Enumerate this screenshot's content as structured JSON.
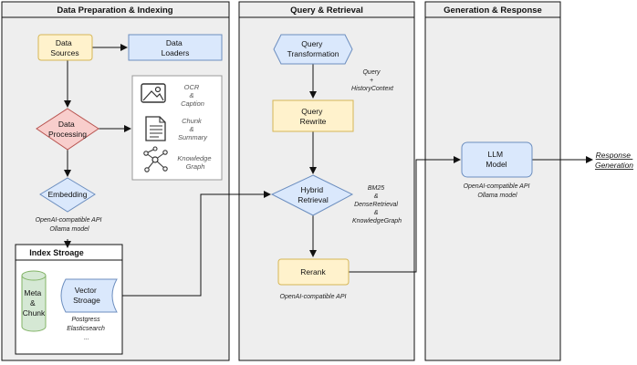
{
  "columns": {
    "prep": "Data Preparation & Indexing",
    "query": "Query & Retrieval",
    "gen": "Generation & Response"
  },
  "index_storage": {
    "title": "Index Stroage"
  },
  "nodes": {
    "data_sources": [
      "Data",
      "Sources"
    ],
    "data_loaders": [
      "Data",
      "Loaders"
    ],
    "data_processing": [
      "Data",
      "Processing"
    ],
    "embedding": [
      "Embedding"
    ],
    "meta_chunk": [
      "Meta",
      "&",
      "Chunk"
    ],
    "vector_storage": [
      "Vector",
      "Stroage"
    ],
    "query_transformation": [
      "Query",
      "Transformation"
    ],
    "query_rewrite": [
      "Query",
      "Rewrite"
    ],
    "hybrid_retrieval": [
      "Hybrid",
      "Retrieval"
    ],
    "rerank": [
      "Rerank"
    ],
    "llm_model": [
      "LLM",
      "Model"
    ]
  },
  "processing_tools": {
    "ocr": [
      "OCR",
      "&",
      "Caption"
    ],
    "chunk": [
      "Chunk",
      "&",
      "Summary"
    ],
    "kg": [
      "Knowledge",
      "Graph"
    ]
  },
  "notes": {
    "embedding_api": [
      "OpenAI-compatible API",
      "Ollama model"
    ],
    "storage_backends": [
      "Postgress",
      "Elasticsearch",
      "..."
    ],
    "query_context": [
      "Query",
      "+",
      "HistoryContext"
    ],
    "retrieval_methods": [
      "BM25",
      "&",
      "DenseRetrieval",
      "&",
      "KnowledgeGraph"
    ],
    "rerank_api": [
      "OpenAI-compatible API"
    ],
    "llm_api": [
      "OpenAI-compatible API",
      "Ollama model"
    ]
  },
  "output": [
    "Response",
    "Generation"
  ],
  "colors": {
    "panel": "#eeeeee",
    "yellow": "#fff2cc",
    "yellow_border": "#d6b656",
    "blue": "#dae8fc",
    "blue_border": "#6c8ebf",
    "red": "#f8cecc",
    "red_border": "#b85450",
    "green": "#d5e8d4",
    "green_border": "#82b366",
    "line": "#111111"
  }
}
